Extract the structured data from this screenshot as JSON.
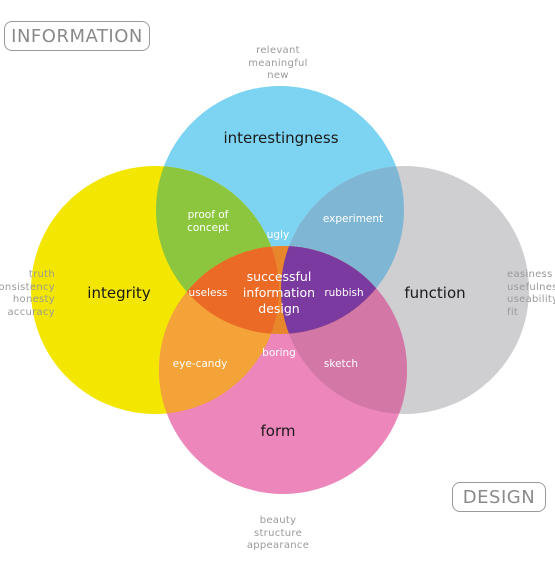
{
  "tags": {
    "information": "INFORMATION",
    "design": "DESIGN"
  },
  "colors": {
    "interestingness": "#7dd4f2",
    "integrity": "#f3e600",
    "function": "#cfcfd2",
    "form": "#ec86bb",
    "center": "#e8302f"
  },
  "circles": {
    "interestingness": "interestingness",
    "integrity": "integrity",
    "function": "function",
    "form": "form"
  },
  "regions": {
    "proof_of_concept_1": "proof of",
    "proof_of_concept_2": "concept",
    "experiment": "experiment",
    "ugly": "ugly",
    "useless": "useless",
    "center_1": "successful",
    "center_2": "information",
    "center_3": "design",
    "rubbish": "rubbish",
    "boring": "boring",
    "eye_candy": "eye-candy",
    "sketch": "sketch"
  },
  "side_labels": {
    "top": [
      "relevant",
      "meaningful",
      "new"
    ],
    "left": [
      "truth",
      "consistency",
      "honesty",
      "accuracy"
    ],
    "right": [
      "easiness",
      "usefulness",
      "useability",
      "fit"
    ],
    "bottom": [
      "beauty",
      "structure",
      "appearance"
    ]
  }
}
